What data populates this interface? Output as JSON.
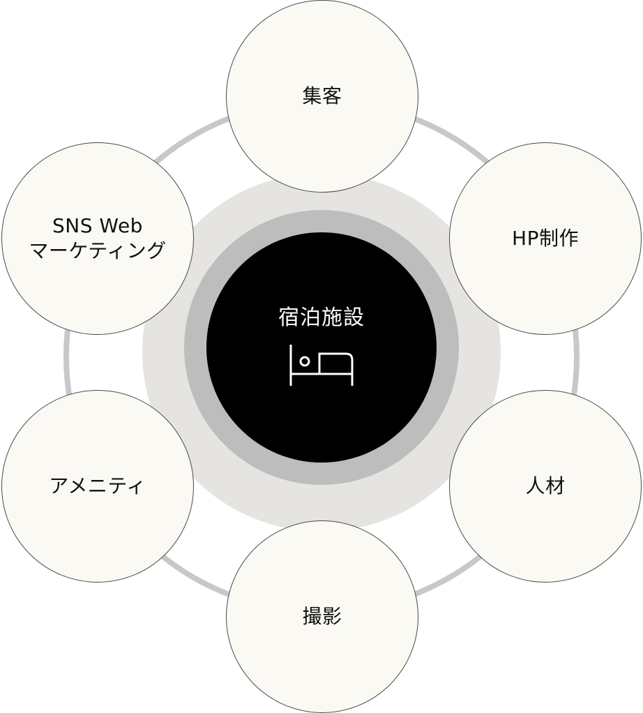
{
  "center": {
    "title": "宿泊施設",
    "icon": "bed-icon"
  },
  "nodes": [
    {
      "id": "top",
      "label": "集客"
    },
    {
      "id": "right-top",
      "label": "HP制作"
    },
    {
      "id": "right-bottom",
      "label": "人材"
    },
    {
      "id": "bottom",
      "label": "撮影"
    },
    {
      "id": "left-bottom",
      "label": "アメニティ"
    },
    {
      "id": "left-top",
      "label": "SNS Web\nマーケティング"
    }
  ],
  "colors": {
    "center_fill": "#000000",
    "inner_ring": "#bdbdbd",
    "outer_halo": "#e6e4e1",
    "orbit_ring": "#c8c8c8",
    "node_fill": "#fbf9f3",
    "node_border": "#4a4a4a"
  }
}
